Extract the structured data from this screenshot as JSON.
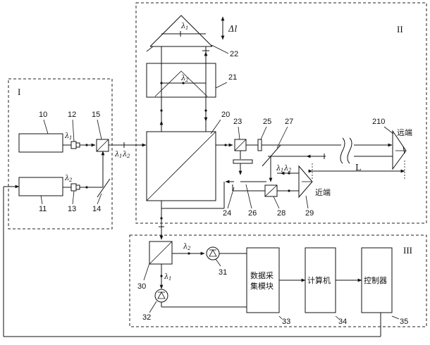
{
  "modules": {
    "I": "I",
    "II": "II",
    "III": "III"
  },
  "labels": {
    "n10": "10",
    "n11": "11",
    "n12": "12",
    "n13": "13",
    "n14": "14",
    "n15": "15",
    "n20": "20",
    "n21": "21",
    "n22": "22",
    "n23": "23",
    "n24": "24",
    "n25": "25",
    "n26": "26",
    "n27": "27",
    "n28": "28",
    "n29": "29",
    "n210": "210",
    "n30": "30",
    "n31": "31",
    "n32": "32",
    "n33": "33",
    "n34": "34",
    "n35": "35"
  },
  "wavelengths": {
    "l1": "λ",
    "l2": "λ",
    "sub1": "1",
    "sub2": "2"
  },
  "delta_l": "Δl",
  "distance": "L",
  "far_end": "远端",
  "near_end": "近端",
  "blocks": {
    "daq_line1": "数据采",
    "daq_line2": "集模块",
    "computer": "计算机",
    "controller": "控制器"
  }
}
